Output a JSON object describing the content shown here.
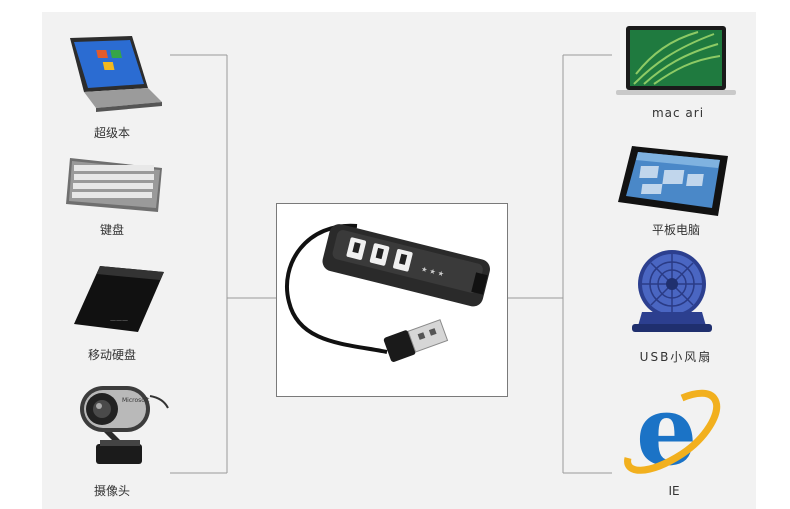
{
  "center": {
    "product": "USB hub"
  },
  "left_devices": [
    {
      "label": "超级本",
      "icon": "ultrabook-icon"
    },
    {
      "label": "键盘",
      "icon": "keyboard-icon"
    },
    {
      "label": "移动硬盘",
      "icon": "portable-hard-drive-icon"
    },
    {
      "label": "摄像头",
      "icon": "webcam-icon"
    }
  ],
  "right_devices": [
    {
      "label": "mac ari",
      "icon": "laptop-icon"
    },
    {
      "label": "平板电脑",
      "icon": "tablet-icon"
    },
    {
      "label": "USB小风扇",
      "icon": "usb-fan-icon"
    },
    {
      "label": "IE",
      "icon": "internet-explorer-icon"
    }
  ],
  "colors": {
    "line": "#9a9a9a",
    "panel": "#f2f2f2",
    "accent_blue": "#1b73c6",
    "ie_gold": "#f2b01e"
  }
}
